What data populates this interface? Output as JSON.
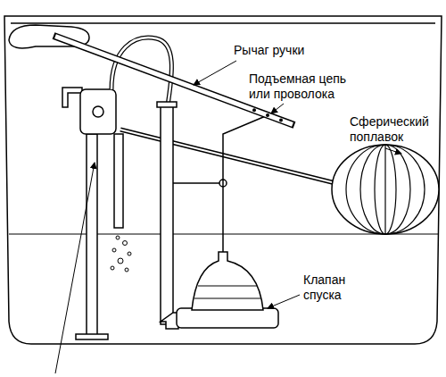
{
  "diagram": {
    "labels": [
      "Рычаг ручки",
      "Подъемная цепь или проволока",
      "Сферический поплавок",
      "Клапан спуска"
    ]
  }
}
